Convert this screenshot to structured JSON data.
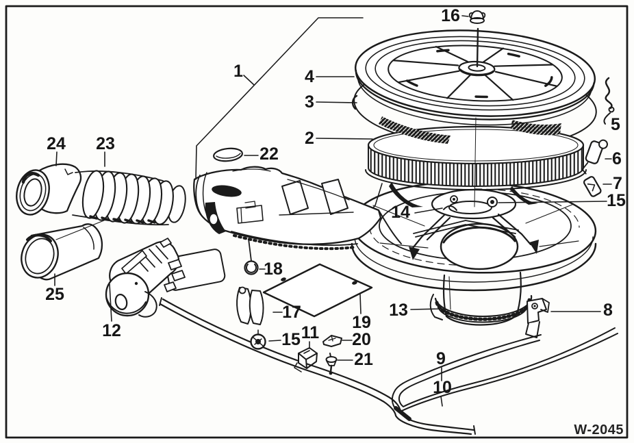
{
  "figure": {
    "code": "W-2045"
  },
  "callouts": {
    "c1": {
      "label": "1"
    },
    "c2": {
      "label": "2"
    },
    "c3": {
      "label": "3"
    },
    "c4": {
      "label": "4"
    },
    "c5": {
      "label": "5"
    },
    "c6": {
      "label": "6"
    },
    "c7": {
      "label": "7"
    },
    "c8": {
      "label": "8"
    },
    "c9": {
      "label": "9"
    },
    "c10": {
      "label": "10"
    },
    "c11": {
      "label": "11"
    },
    "c12": {
      "label": "12"
    },
    "c13": {
      "label": "13"
    },
    "c14": {
      "label": "14"
    },
    "c15_right": {
      "label": "15"
    },
    "c15_bottom": {
      "label": "15"
    },
    "c16": {
      "label": "16"
    },
    "c17": {
      "label": "17"
    },
    "c18": {
      "label": "18"
    },
    "c19": {
      "label": "19"
    },
    "c20": {
      "label": "20"
    },
    "c21": {
      "label": "21"
    },
    "c22": {
      "label": "22"
    },
    "c23": {
      "label": "23"
    },
    "c24": {
      "label": "24"
    },
    "c25": {
      "label": "25"
    }
  }
}
